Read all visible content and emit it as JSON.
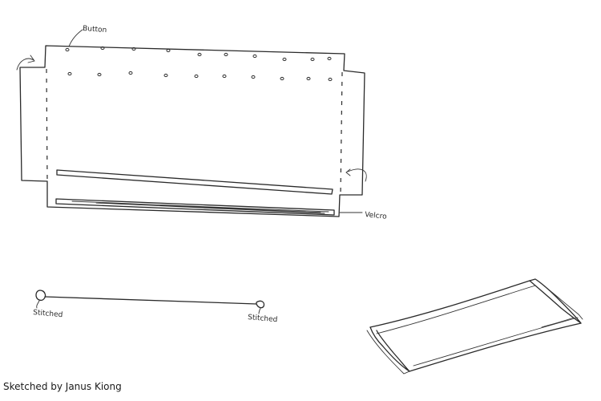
{
  "labels": {
    "button": "Button",
    "velcro": "Velcro",
    "stitched_left": "Stitched",
    "stitched_right": "Stitched"
  },
  "credit": "Sketched by Janus Kiong"
}
